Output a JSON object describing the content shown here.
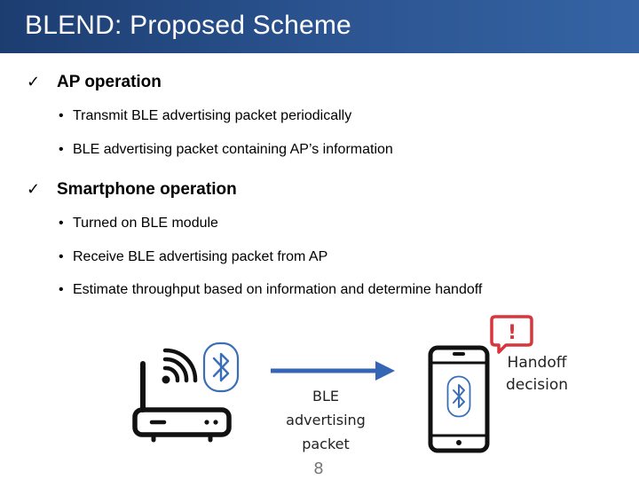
{
  "slide": {
    "title": "BLEND: Proposed Scheme",
    "sections": [
      {
        "check_icon": "✓",
        "title": "AP operation",
        "bullets": [
          "Transmit BLE advertising packet periodically",
          "BLE advertising packet containing AP’s information"
        ]
      },
      {
        "check_icon": "✓",
        "title": "Smartphone operation",
        "bullets": [
          "Turned on BLE module",
          "Receive BLE advertising packet from AP",
          "Estimate throughput based on information and determine handoff"
        ]
      }
    ],
    "bullet_char": "•",
    "diagram": {
      "arrow_label_lines": [
        "BLE",
        "advertising",
        "packet"
      ],
      "decision_label_lines": [
        "Handoff",
        "decision"
      ],
      "alert_symbol": "!"
    },
    "page_number": "8"
  },
  "colors": {
    "title_bar": "#2c5592",
    "arrow": "#3566b5",
    "alert": "#d9353c",
    "bluetooth": "#3a6fb8",
    "icon_stroke": "#111111"
  }
}
